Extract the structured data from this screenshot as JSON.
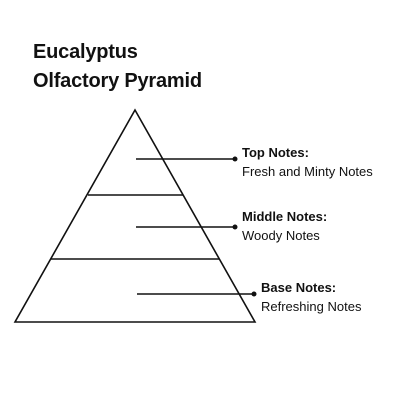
{
  "title": {
    "line1": "Eucalyptus",
    "line2": "Olfactory Pyramid"
  },
  "pyramid": {
    "levels": [
      {
        "id": "top",
        "heading": "Top Notes:",
        "description": "Fresh and Minty Notes"
      },
      {
        "id": "middle",
        "heading": "Middle Notes:",
        "description": "Woody Notes"
      },
      {
        "id": "base",
        "heading": "Base Notes:",
        "description": "Refreshing Notes"
      }
    ]
  },
  "colors": {
    "line": "#111111",
    "background": "#ffffff"
  }
}
